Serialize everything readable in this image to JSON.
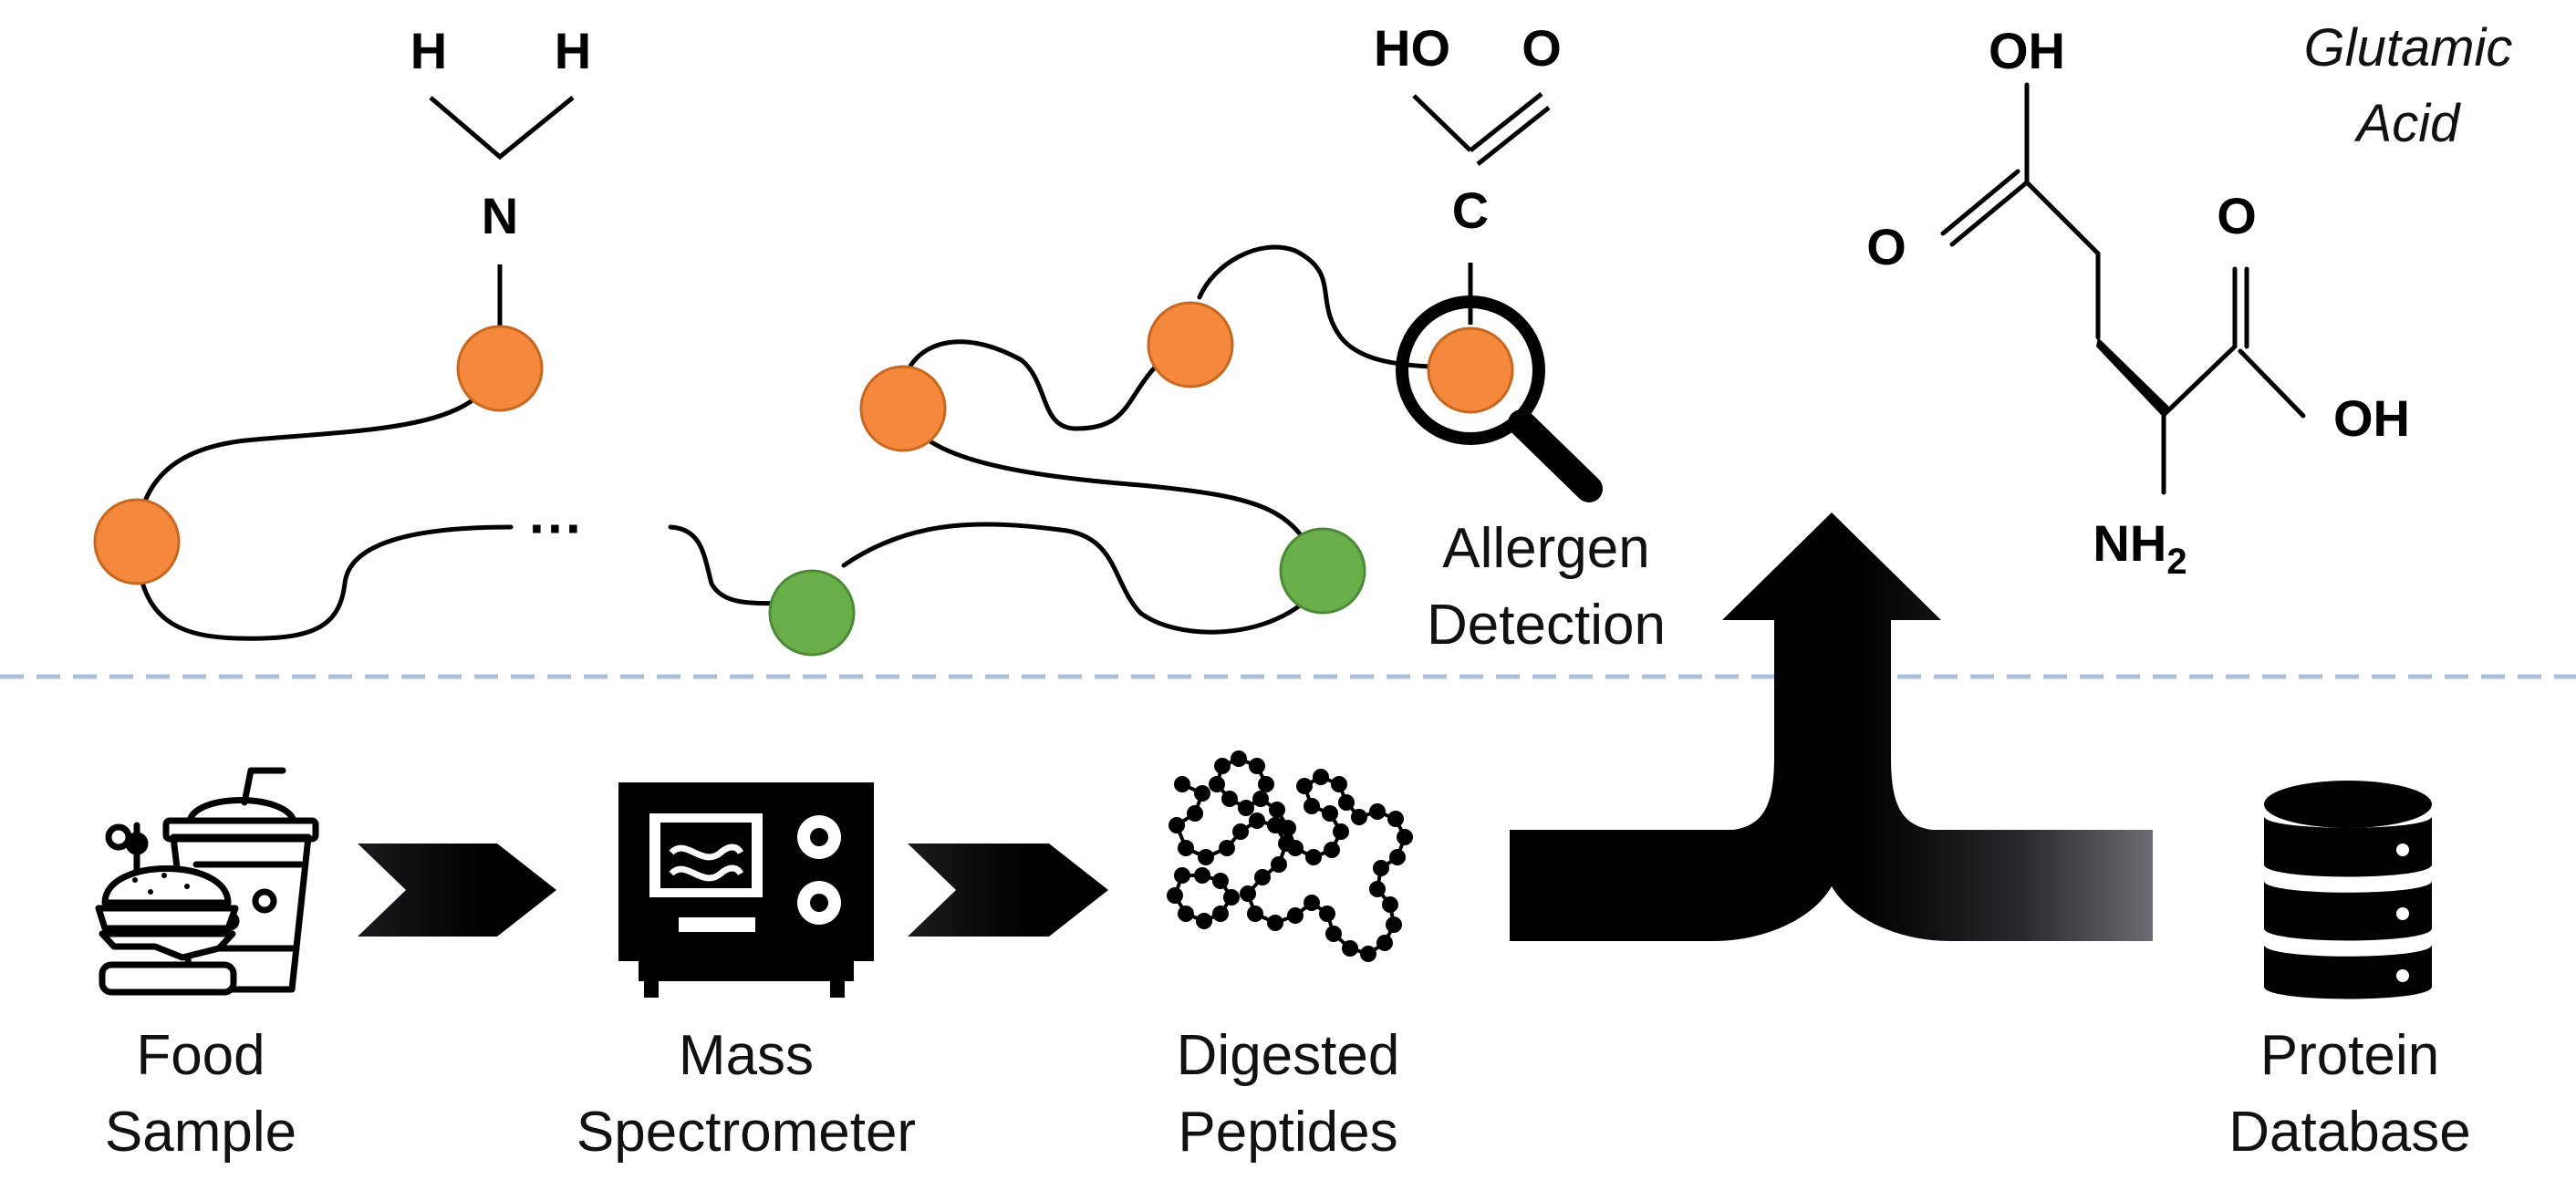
{
  "colors": {
    "acidic_residue": "#F4883C",
    "neutral_residue": "#6AAE4B",
    "residue_stroke": "#C8671F",
    "neutral_stroke": "#4E8A36",
    "divider": "#A9BEDC",
    "ink": "#000000"
  },
  "top": {
    "amine_group": {
      "h_left": "H",
      "h_right": "H",
      "n": "N"
    },
    "carboxyl_group": {
      "ho": "HO",
      "o": "O",
      "c": "C"
    },
    "chain_gap": "···",
    "detection_label": {
      "line1": "Allergen",
      "line2": "Detection"
    },
    "glutamic_acid": {
      "name_line1": "Glutamic",
      "name_line2": "Acid",
      "oh_top": "OH",
      "o_left": "O",
      "o_right": "O",
      "oh_right": "OH",
      "nh": "NH",
      "nh_sub": "2"
    }
  },
  "pipeline": {
    "food_sample": {
      "line1": "Food",
      "line2": "Sample",
      "icon": "burger-soda-icon"
    },
    "mass_spectrometer": {
      "line1": "Mass",
      "line2": "Spectrometer",
      "icon": "mass-spectrometer-icon"
    },
    "digested_peptides": {
      "line1": "Digested",
      "line2": "Peptides",
      "icon": "peptide-chain-icon"
    },
    "protein_database": {
      "line1": "Protein",
      "line2": "Database",
      "icon": "database-icon"
    }
  }
}
